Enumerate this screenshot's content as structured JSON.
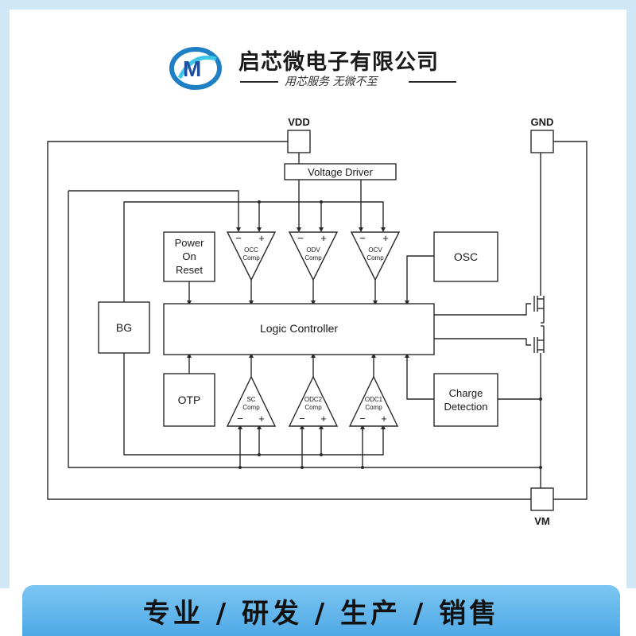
{
  "brand": {
    "name": "启芯微电子有限公司",
    "slogan": "用芯服务 无微不至"
  },
  "pins": {
    "vdd": "VDD",
    "gnd": "GND",
    "vm": "VM"
  },
  "blocks": {
    "voltage_driver": "Voltage Driver",
    "power_on_reset": [
      "Power",
      "On",
      "Reset"
    ],
    "osc": "OSC",
    "bg": "BG",
    "logic_controller": "Logic Controller",
    "otp": "OTP",
    "charge_detection": [
      "Charge",
      "Detection"
    ]
  },
  "comparators_top": [
    {
      "line1": "OCC",
      "line2": "Comp",
      "minus": "−",
      "plus": "+"
    },
    {
      "line1": "ODV",
      "line2": "Comp",
      "minus": "−",
      "plus": "+"
    },
    {
      "line1": "OCV",
      "line2": "Comp",
      "minus": "−",
      "plus": "+"
    }
  ],
  "comparators_bottom": [
    {
      "line1": "SC",
      "line2": "Comp",
      "minus": "−",
      "plus": "+"
    },
    {
      "line1": "ODC2",
      "line2": "Comp",
      "minus": "−",
      "plus": "+"
    },
    {
      "line1": "ODC1",
      "line2": "Comp",
      "minus": "−",
      "plus": "+"
    }
  ],
  "banner": {
    "text": "专业 / 研发 / 生产 / 销售"
  },
  "colors": {
    "frame": "#cfe6f5",
    "banner": "#5cb4ea",
    "logo_blue": "#1f7fc4",
    "logo_cyan": "#3ec6e8"
  }
}
